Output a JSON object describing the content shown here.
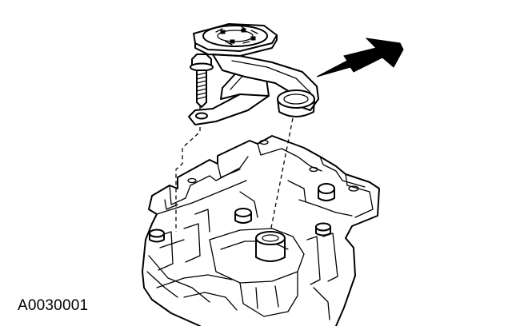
{
  "figure": {
    "id_label": "A0030001"
  },
  "parts": [
    {
      "name": "flanged-bolt",
      "shown": true
    },
    {
      "name": "oil-pump-pickup-tube",
      "shown": true
    },
    {
      "name": "engine-block",
      "shown": true
    },
    {
      "name": "direction-arrow",
      "shown": true
    }
  ]
}
